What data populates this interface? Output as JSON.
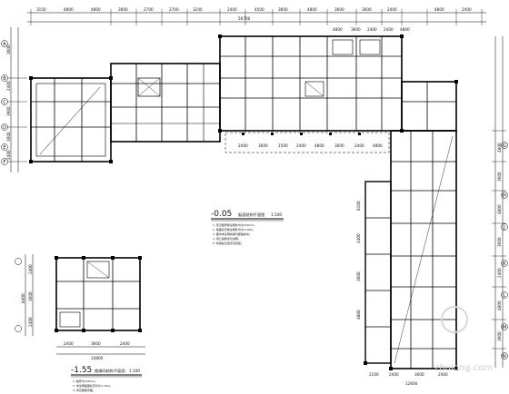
{
  "drawing": {
    "main_plan": {
      "title_number": "-0.05",
      "title_text": "板面结构平面图",
      "scale": "1:100",
      "note_lines": [
        "1. 现浇板厚除注明外均为120mm。",
        "2. 板面标高除注明外均为-0.050。",
        "3. 图中未注明的梁均居轴线中。",
        "4. 洞口加筋详见说明。",
        "5. 构造柱位置详见建施。"
      ],
      "top_dims": [
        "3150",
        "4800",
        "4800",
        "3600",
        "2700",
        "2700",
        "3240",
        "2400",
        "4500",
        "3600",
        "4800",
        "3600",
        "3600",
        "2400",
        "4800",
        "2400"
      ],
      "top_total": "56700",
      "mid_dims": [
        "4800",
        "3600",
        "2400",
        "2400",
        "4800"
      ],
      "mid_dims2": [
        "2400",
        "3600",
        "1500",
        "2400",
        "4800",
        "3600",
        "2400",
        "4800"
      ],
      "bottom_dims": [
        "2100",
        "2400",
        "3000",
        "2400"
      ],
      "bottom_total": "12600",
      "left_dims": [
        "3600",
        "2400",
        "3900",
        "3600",
        "2400"
      ],
      "right_dims": [
        "4800",
        "3600",
        "4800",
        "3600",
        "2400",
        "4800",
        "3600"
      ],
      "right_mid_dims": [
        "8100",
        "2400",
        "3600",
        "4800"
      ],
      "left_axes": [
        "A",
        "B",
        "C",
        "D",
        "E",
        "F"
      ],
      "right_axes": [
        "G",
        "H",
        "J",
        "K",
        "L",
        "M",
        "N"
      ]
    },
    "sub_plan": {
      "title_number": "-1.55",
      "title_text": "楼梯间结构平面图",
      "scale": "1:100",
      "note_lines": [
        "1. 板厚为120mm。",
        "2. 未注明板面标高均为-1.550。",
        "3. 详见楼梯详图。"
      ],
      "bottom_dims": [
        "2400",
        "3600",
        "2400"
      ],
      "bottom_total": "10800",
      "left_dims": [
        "2400",
        "3600",
        "2400"
      ],
      "left_total": "8400"
    },
    "watermark": "zhulong.com"
  }
}
